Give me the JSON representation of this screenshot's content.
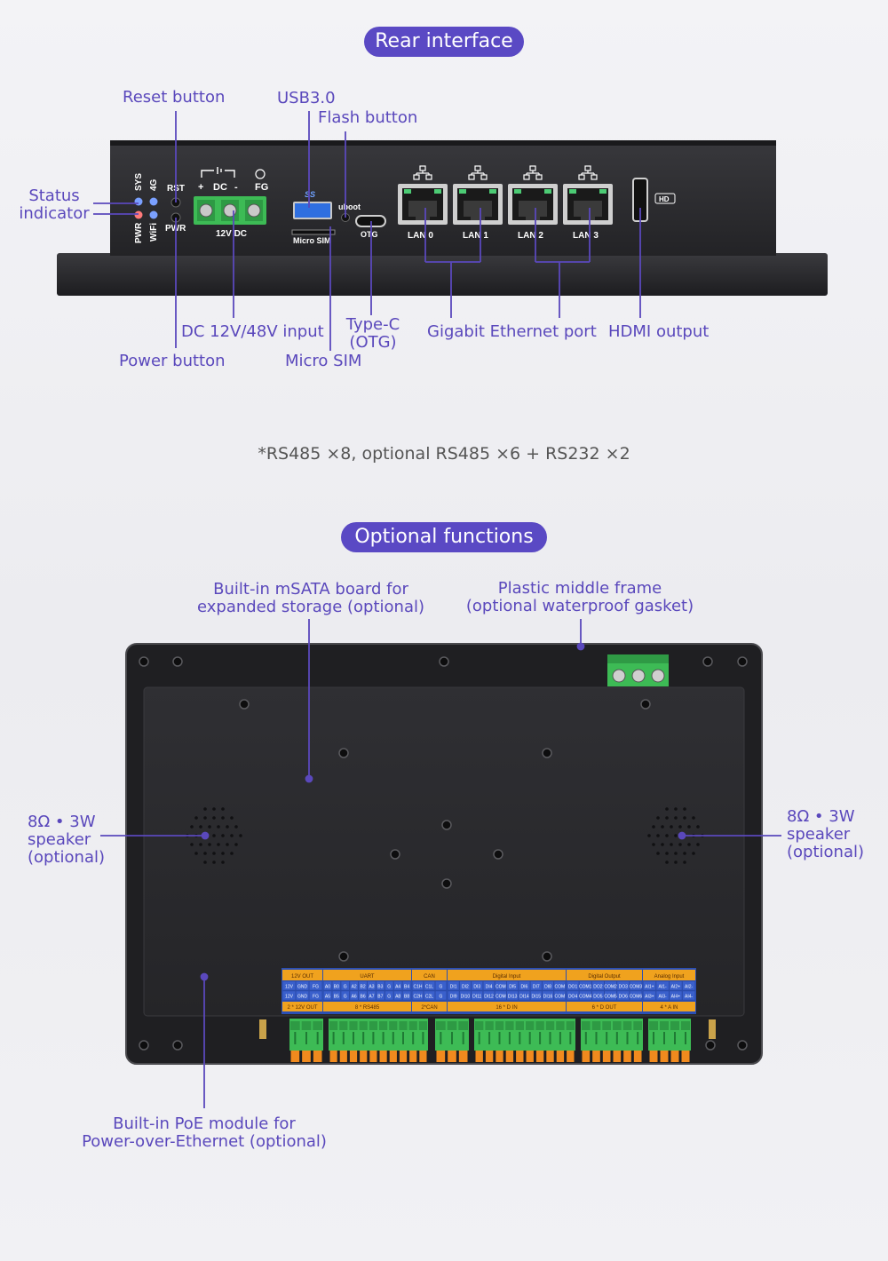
{
  "sections": {
    "rear_title": "Rear interface",
    "optional_title": "Optional functions",
    "note": "*RS485 ×8, optional RS485 ×6 + RS232 ×2"
  },
  "rear_labels": {
    "reset": "Reset button",
    "usb": "USB3.0",
    "flash": "Flash button",
    "status_1": "Status",
    "status_2": "indicator",
    "dc_input": "DC 12V/48V input",
    "power": "Power button",
    "micro_sim": "Micro SIM",
    "typec_1": "Type-C",
    "typec_2": "(OTG)",
    "ethernet": "Gigabit Ethernet port",
    "hdmi": "HDMI output"
  },
  "panel_print": {
    "sys": "SYS",
    "g4": "4G",
    "pwr": "PWR",
    "wifi": "WiFi",
    "rst": "RST",
    "pwr_btn": "PWR",
    "plus": "+",
    "dc": "DC",
    "minus": "-",
    "fg": "FG",
    "dc_label": "12V DC",
    "ss": "SS",
    "micro_sim": "Micro SIM",
    "uboot": "uboot",
    "otg": "OTG",
    "lan": [
      "LAN 0",
      "LAN 1",
      "LAN 2",
      "LAN 3"
    ],
    "hd": "HD"
  },
  "optional_labels": {
    "msata_1": "Built-in mSATA board for",
    "msata_2": "expanded storage (optional)",
    "frame_1": "Plastic middle frame",
    "frame_2": "(optional waterproof gasket)",
    "spk_l_1": "8Ω • 3W",
    "spk_l_2": "speaker",
    "spk_l_3": "(optional)",
    "spk_r_1": "8Ω • 3W",
    "spk_r_2": "speaker",
    "spk_r_3": "(optional)",
    "poe_1": "Built-in PoE module for",
    "poe_2": "Power-over-Ethernet (optional)"
  },
  "terminal": {
    "groups": [
      {
        "header": "12V OUT",
        "row1": [
          "12V",
          "GND",
          "FG"
        ],
        "row2": [
          "12V",
          "GND",
          "FG"
        ],
        "footer": "2 * 12V OUT"
      },
      {
        "header": "UART",
        "row1": [
          "A0",
          "B0",
          "G",
          "A2",
          "B2",
          "A3",
          "B3",
          "G",
          "A4",
          "B4"
        ],
        "row2": [
          "A5",
          "B5",
          "G",
          "A6",
          "B6",
          "A7",
          "B7",
          "G",
          "A8",
          "B8"
        ],
        "footer": "8 * RS485"
      },
      {
        "header": "CAN",
        "row1": [
          "C1H",
          "C1L",
          "G"
        ],
        "row2": [
          "C2H",
          "C2L",
          "G"
        ],
        "footer": "2*CAN"
      },
      {
        "header": "Digital Input",
        "row1": [
          "DI1",
          "DI2",
          "DI3",
          "DI4",
          "COM",
          "DI5",
          "DI6",
          "DI7",
          "DI8",
          "COM"
        ],
        "row2": [
          "DI9",
          "DI10",
          "DI11",
          "DI12",
          "COM",
          "DI13",
          "DI14",
          "DI15",
          "DI16",
          "COM"
        ],
        "footer": "16 * D IN"
      },
      {
        "header": "Digital Output",
        "row1": [
          "DO1",
          "COM1",
          "DO2",
          "COM2",
          "DO3",
          "COM3"
        ],
        "row2": [
          "DO4",
          "COM4",
          "DO5",
          "COM5",
          "DO6",
          "COM6"
        ],
        "footer": "6 * D OUT"
      },
      {
        "header": "Analog Input",
        "row1": [
          "AI1+",
          "AI1-",
          "AI2+",
          "AI2-"
        ],
        "row2": [
          "AI3+",
          "AI3-",
          "AI4+",
          "AI4-"
        ],
        "footer": "4 * A IN"
      }
    ]
  },
  "colors": {
    "accent": "#5a49c4",
    "label": "#5a48bc",
    "device": "#2b2b2e",
    "terminal_green": "#3dbb55",
    "terminal_orange": "#f0a21e",
    "strip_blue": "#3659c8",
    "port_green": "#4ccb74"
  }
}
